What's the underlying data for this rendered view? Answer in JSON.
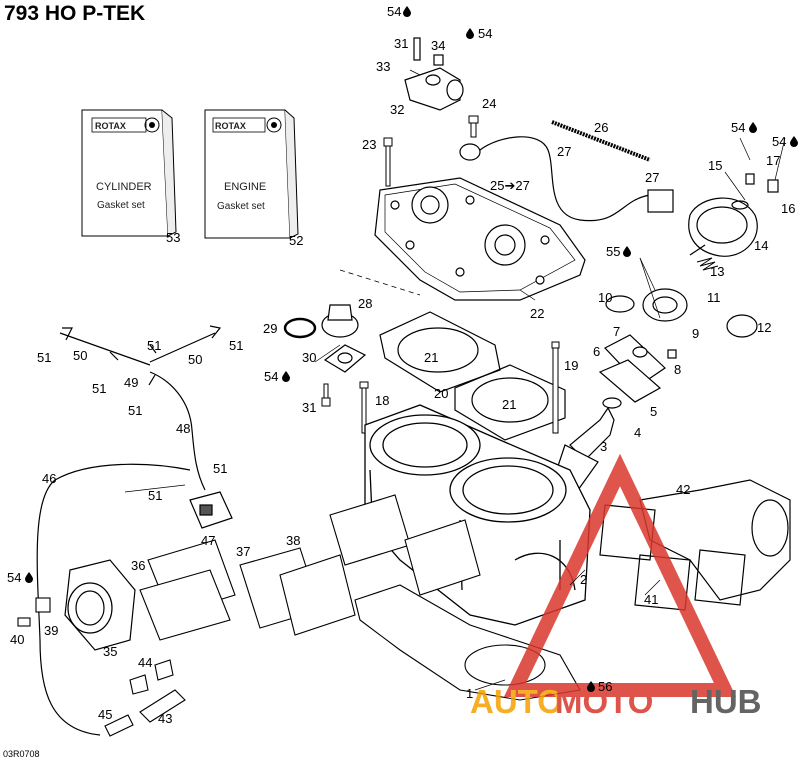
{
  "title": "793 HO P-TEK",
  "reference_code": "03R0708",
  "gasket_boxes": [
    {
      "brand": "ROTAX",
      "line1": "CYLINDER",
      "line2": "Gasket set",
      "part": "53"
    },
    {
      "brand": "ROTAX",
      "line1": "ENGINE",
      "line2": "Gasket set",
      "part": "52"
    }
  ],
  "labels": {
    "p54a": "54",
    "p31a": "31",
    "p34": "34",
    "p54b": "54",
    "p33": "33",
    "p32": "32",
    "p24": "24",
    "p26": "26",
    "p23": "23",
    "p27a": "27",
    "p27b": "27",
    "p25": "25➔27",
    "p54c": "54",
    "p54d": "54",
    "p15": "15",
    "p17": "17",
    "p16": "16",
    "p14": "14",
    "p22": "22",
    "p13": "13",
    "p55": "55",
    "p10": "10",
    "p11": "11",
    "p12": "12",
    "p9": "9",
    "p28": "28",
    "p29": "29",
    "p30": "30",
    "p21a": "21",
    "p21b": "21",
    "p20": "20",
    "p19": "19",
    "p7": "7",
    "p6": "6",
    "p8": "8",
    "p5": "5",
    "p4": "4",
    "p3": "3",
    "p54e": "54",
    "p31b": "31",
    "p18": "18",
    "p51a": "51",
    "p50a": "50",
    "p51b": "51",
    "p50b": "50",
    "p51c": "51",
    "p49": "49",
    "p51d": "51",
    "p51e": "51",
    "p48": "48",
    "p51f": "51",
    "p51g": "51",
    "p46": "46",
    "p47": "47",
    "p42": "42",
    "p36": "36",
    "p37": "37",
    "p38": "38",
    "p54f": "54",
    "p39": "39",
    "p40": "40",
    "p35": "35",
    "p2": "2",
    "p41": "41",
    "p44": "44",
    "p45": "45",
    "p43": "43",
    "p1": "1",
    "p56": "56"
  },
  "watermark": {
    "part1": "AUTO",
    "part2": "MOTO",
    "part3": "HUB"
  },
  "colors": {
    "watermark_red": "#d9362b",
    "watermark_orange": "#f4a100",
    "watermark_grey": "#4a4a4a",
    "line": "#000000"
  }
}
